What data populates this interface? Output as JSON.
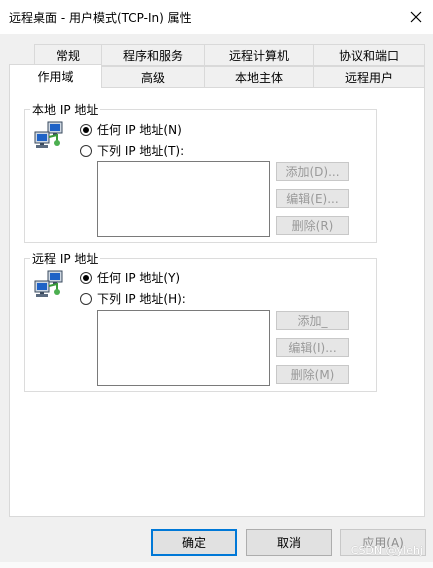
{
  "window": {
    "title": "远程桌面 - 用户模式(TCP-In) 属性",
    "close_glyph": "✕"
  },
  "tabs": {
    "row1": [
      {
        "label": "常规"
      },
      {
        "label": "程序和服务"
      },
      {
        "label": "远程计算机"
      },
      {
        "label": "协议和端口"
      }
    ],
    "row2": [
      {
        "label": "作用域",
        "active": true
      },
      {
        "label": "高级"
      },
      {
        "label": "本地主体"
      },
      {
        "label": "远程用户"
      }
    ]
  },
  "local_ip": {
    "legend": "本地 IP 地址",
    "icon": "network-computers-icon",
    "option_any": "任何 IP 地址(N)",
    "option_list": "下列 IP 地址(T):",
    "selected": "any",
    "buttons": {
      "add": "添加(D)...",
      "edit": "编辑(E)...",
      "remove": "删除(R)"
    }
  },
  "remote_ip": {
    "legend": "远程 IP 地址",
    "icon": "network-computers-icon",
    "option_any": "任何 IP 地址(Y)",
    "option_list": "下列 IP 地址(H):",
    "selected": "any",
    "buttons": {
      "add": "添加_",
      "edit": "编辑(I)...",
      "remove": "删除(M)"
    }
  },
  "footer": {
    "ok": "确定",
    "cancel": "取消",
    "apply": "应用(A)"
  },
  "watermark": "CSDN @ylehj",
  "colors": {
    "focus_border": "#0078d7",
    "disabled_text": "#9a9a9a"
  }
}
